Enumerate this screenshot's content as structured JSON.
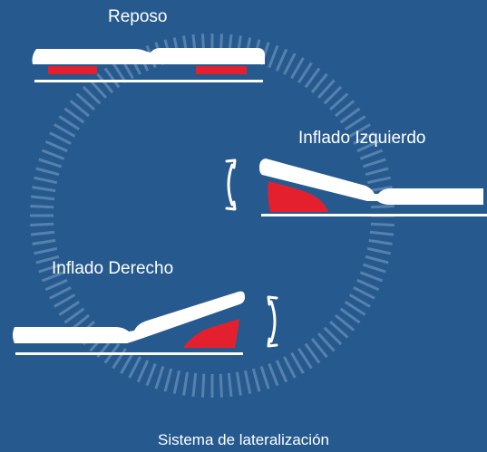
{
  "labels": {
    "rest": "Reposo",
    "left_inflated": "Inflado Izquierdo",
    "right_inflated": "Inflado Derecho",
    "caption": "Sistema de lateralización"
  },
  "colors": {
    "background": "#265a8f",
    "mattress": "#ffffff",
    "bladder": "#e5202e",
    "dial_ticks": "#7fa3c6"
  },
  "icons": {
    "rotation_arrows": "curved-double-arrow-icon"
  }
}
